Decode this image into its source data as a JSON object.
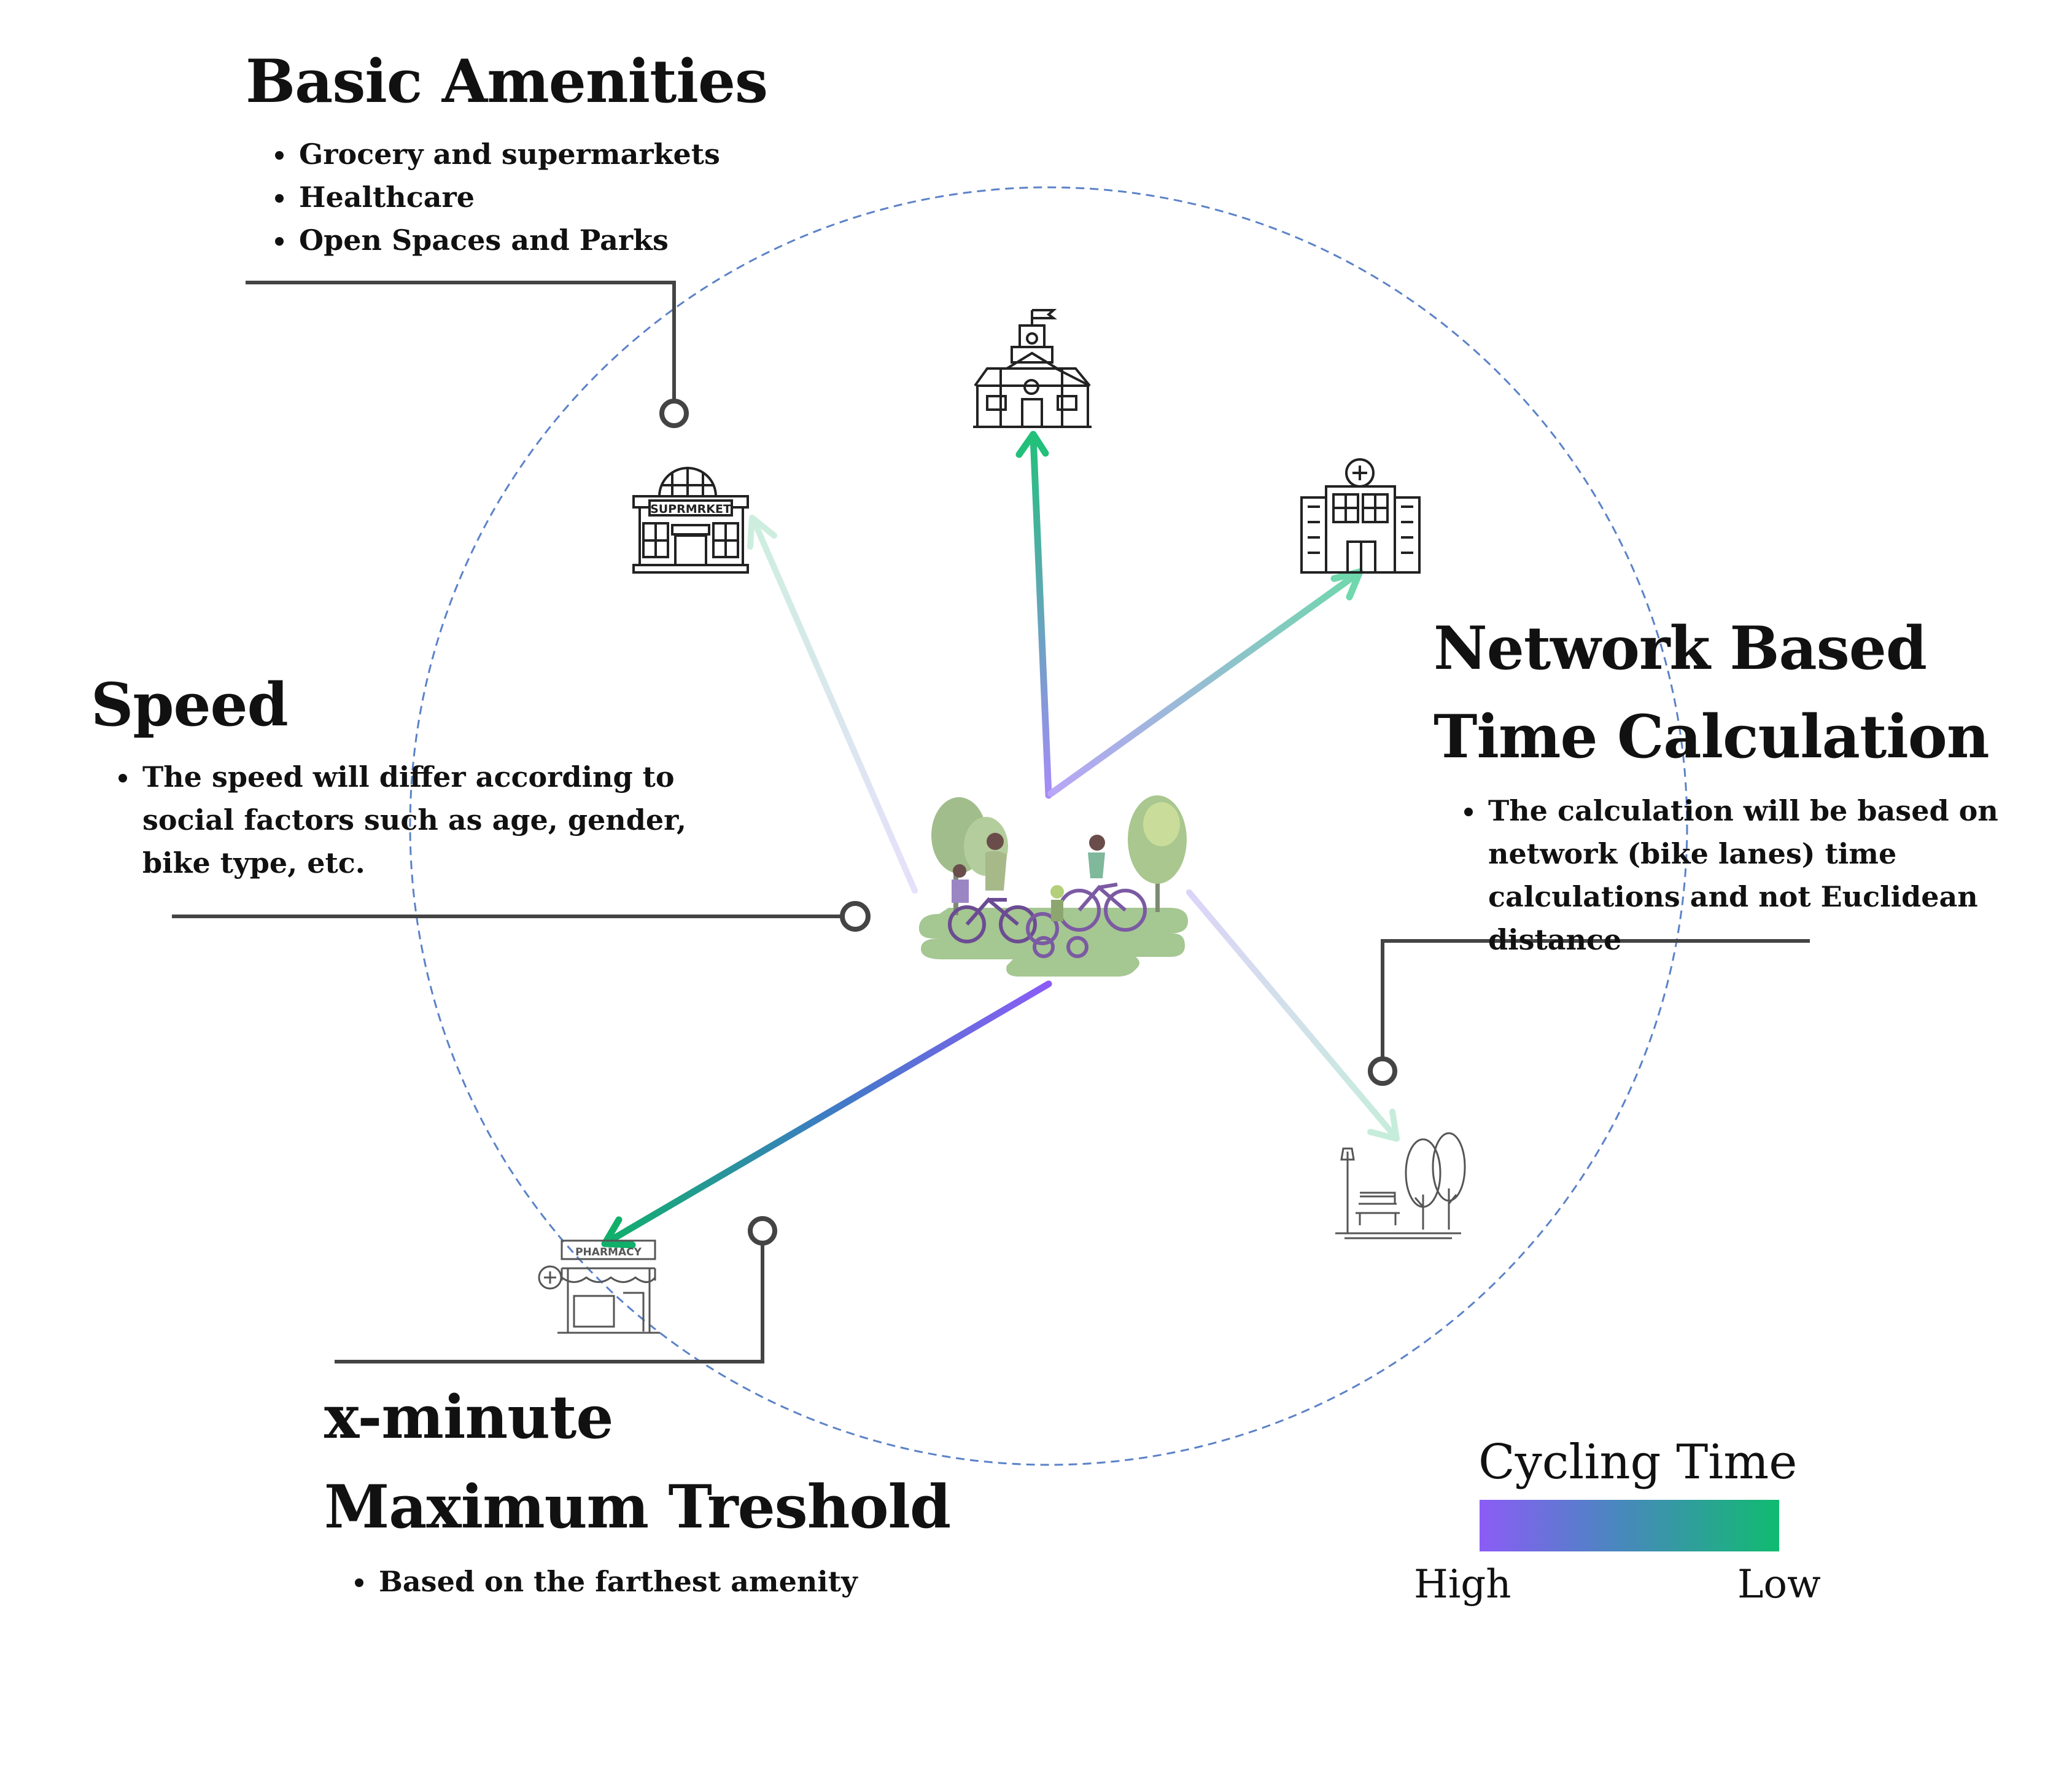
{
  "basic_amenities": {
    "title": "Basic Amenities",
    "items": [
      "Grocery and supermarkets",
      "Healthcare",
      "Open Spaces and Parks"
    ]
  },
  "speed": {
    "title": "Speed",
    "items": [
      "The speed will differ according to social factors such as age, gender, bike type, etc."
    ]
  },
  "network": {
    "title_line1": "Network Based",
    "title_line2": "Time Calculation",
    "items": [
      "The calculation will be based on network (bike lanes) time calculations and not Euclidean distance"
    ]
  },
  "threshold": {
    "title_line1": "x-minute",
    "title_line2": "Maximum Treshold",
    "items": [
      "Based on the farthest amenity"
    ]
  },
  "icons": {
    "supermarket_sign": "SUPRMRKET",
    "pharmacy_sign": "PHARMACY"
  },
  "legend": {
    "title": "Cycling Time",
    "high_label": "High",
    "low_label": "Low",
    "high_color": "#8b5cf6",
    "low_color": "#10bb70"
  }
}
